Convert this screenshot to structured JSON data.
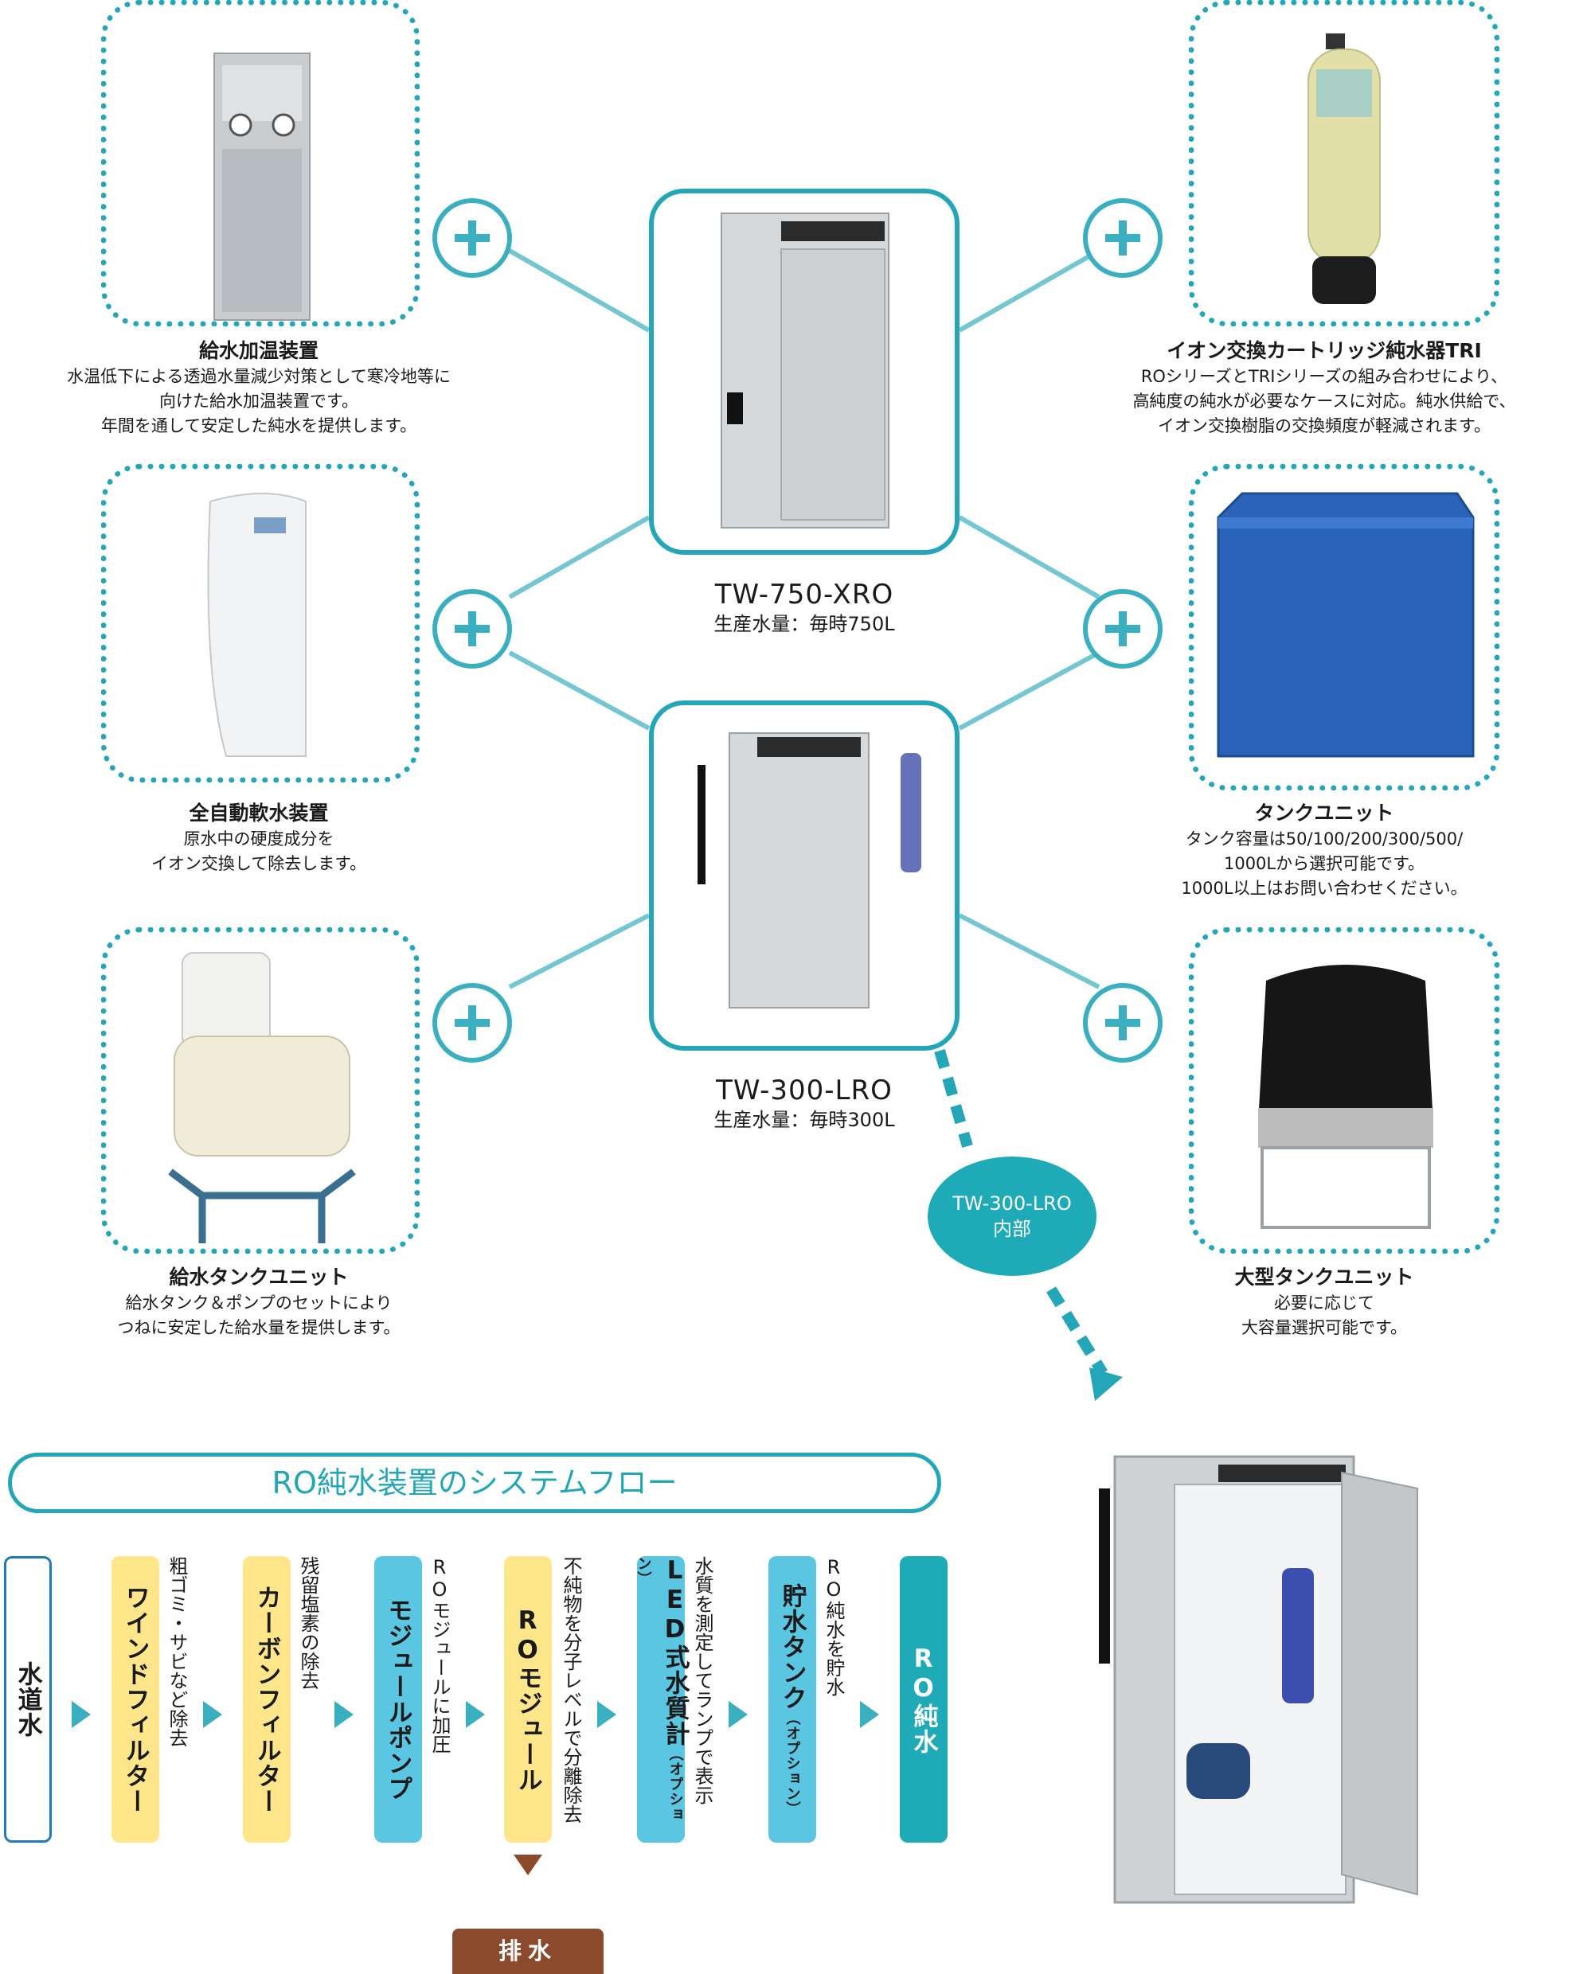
{
  "center": {
    "unit1": {
      "name": "TW-750-XRO",
      "capacity": "生産水量：毎時750L"
    },
    "unit2": {
      "name": "TW-300-LRO",
      "capacity": "生産水量：毎時300L"
    }
  },
  "options": {
    "feed_heater": {
      "title": "給水加温装置",
      "lines": [
        "水温低下による透過水量減少対策として寒冷地等に",
        "向けた給水加温装置です。",
        "年間を通して安定した純水を提供します。"
      ]
    },
    "softener": {
      "title": "全自動軟水装置",
      "lines": [
        "原水中の硬度成分を",
        "イオン交換して除去します。"
      ]
    },
    "feed_tank": {
      "title": "給水タンクユニット",
      "lines": [
        "給水タンク＆ポンプのセットにより",
        "つねに安定した給水量を提供します。"
      ]
    },
    "ion_cartridge": {
      "title": "イオン交換カートリッジ純水器TRI",
      "lines": [
        "ROシリーズとTRIシリーズの組み合わせにより、",
        "高純度の純水が必要なケースに対応。純水供給で、",
        "イオン交換樹脂の交換頻度が軽減されます。"
      ]
    },
    "tank_unit": {
      "title": "タンクユニット",
      "lines": [
        "タンク容量は50/100/200/300/500/",
        "1000Lから選択可能です。",
        "1000L以上はお問い合わせください。"
      ]
    },
    "large_tank": {
      "title": "大型タンクユニット",
      "lines": [
        "必要に応じて",
        "大容量選択可能です。"
      ]
    }
  },
  "interior_bubble": {
    "line1": "TW-300-LRO",
    "line2": "内部"
  },
  "flow": {
    "title": "RO純水装置のシステムフロー",
    "steps": [
      "水道水",
      "ワインドフィルター",
      "カーボンフィルター",
      "モジュールポンプ",
      "ROモジュール",
      "LED式水質計",
      "貯水タンク",
      "RO純水"
    ],
    "step_tags": {
      "led": "（オプション）",
      "tank": "（オプション）"
    },
    "notes": [
      "粗ゴミ・サビなど除去",
      "残留塩素の除去",
      "ROモジュールに加圧",
      "不純物を分子レベルで分離除去",
      "水質を測定してランプで表示",
      "RO純水を貯水"
    ],
    "drain": "排水"
  },
  "colors": {
    "teal": "#23a7b8",
    "line": "#74c6d2",
    "yellow": "#ffe68a",
    "blue": "#5bc6e2",
    "drain": "#8b4a2b"
  }
}
